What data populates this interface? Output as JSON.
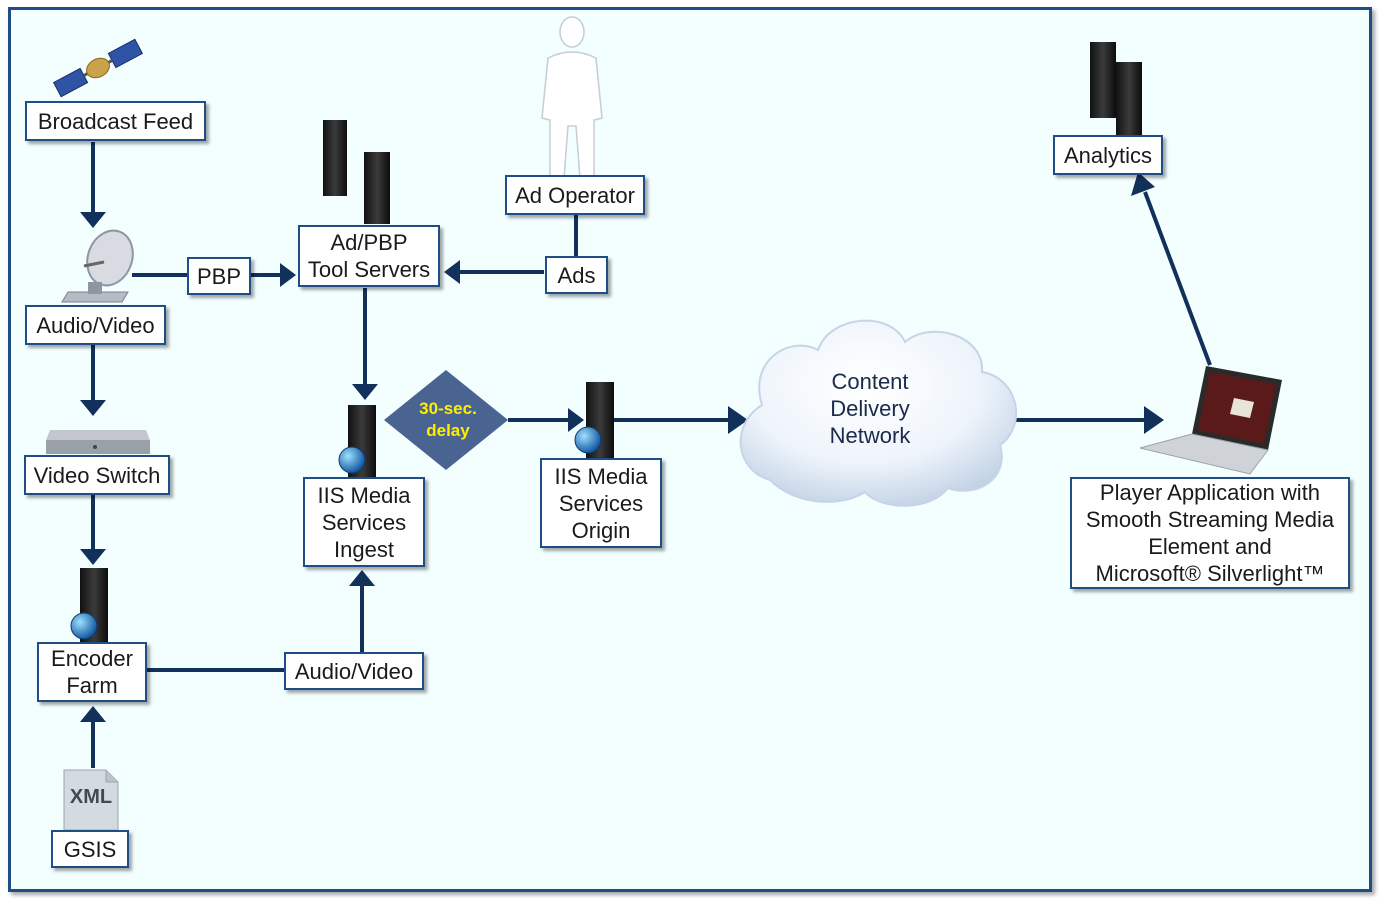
{
  "nodes": {
    "broadcast_feed": "Broadcast Feed",
    "audio_video_left": "Audio/Video",
    "video_switch": "Video Switch",
    "encoder_farm": "Encoder\nFarm",
    "gsis": "GSIS",
    "pbp": "PBP",
    "ad_pbp_servers": "Ad/PBP\nTool Servers",
    "ad_operator": "Ad Operator",
    "ads": "Ads",
    "iis_ingest": "IIS Media\nServices\nIngest",
    "audio_video_bottom": "Audio/Video",
    "iis_origin": "IIS Media\nServices\nOrigin",
    "cdn": "Content\nDelivery\nNetwork",
    "analytics": "Analytics",
    "player": "Player Application with\nSmooth Streaming Media\nElement and\nMicrosoft® Silverlight™"
  },
  "delay": "30-sec.\ndelay",
  "xml_label": "XML",
  "colors": {
    "border": "#1f4e87",
    "arrow": "#12315a",
    "background": "#f3feff",
    "diamond": "#4a6491",
    "delay_text": "#ffee00"
  },
  "icons": [
    "satellite-icon",
    "satellite-dish-icon",
    "video-switch-icon",
    "server-icon",
    "globe-icon",
    "person-silhouette-icon",
    "cloud-icon",
    "laptop-icon",
    "xml-file-icon"
  ]
}
